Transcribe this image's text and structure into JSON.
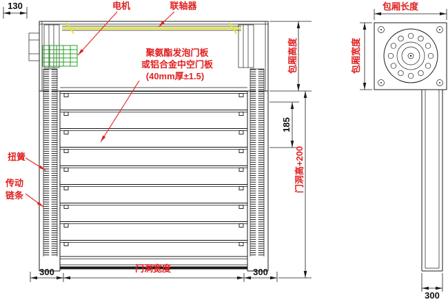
{
  "front_view": {
    "labels": {
      "motor": "电机",
      "coupling": "联轴器",
      "panel_line1": "聚氨酯发泡门板",
      "panel_line2": "或铝合金中空门板",
      "panel_line3": "(40mm厚±1.5)",
      "torsion_spring": "扭簧",
      "chain_line1": "传动",
      "chain_line2": "链条"
    },
    "dims": {
      "d130": "130",
      "d300_left": "300",
      "d300_right": "300",
      "door_width": "门洞宽度",
      "d185": "185",
      "door_height": "门洞高+200",
      "box_height": "包厢高度"
    }
  },
  "side_view": {
    "dims": {
      "box_length": "包厢长度",
      "box_width": "包厢宽度",
      "d300": "300"
    }
  },
  "colors": {
    "annotation_red": "#e02020",
    "shaft_yellow": "#e6e23a",
    "motor_green": "#21a121",
    "line_color": "#1a1a1a"
  }
}
